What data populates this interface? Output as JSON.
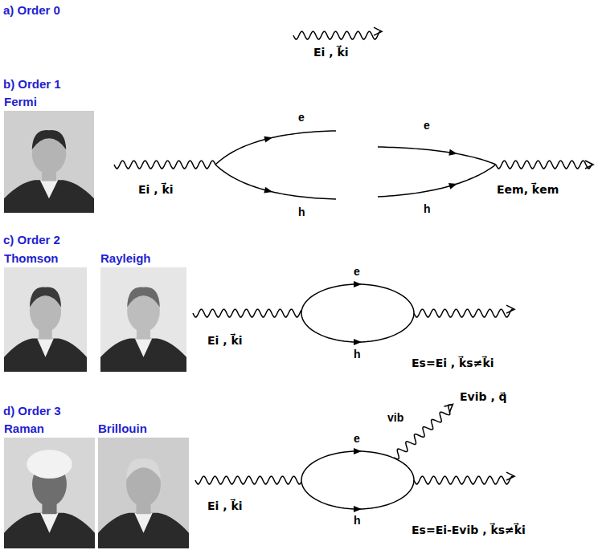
{
  "diagram": {
    "nodes": [
      {
        "text": [
          "Fermi"
        ]
      },
      {
        "text": [
          "Thomson"
        ]
      },
      {
        "text": [
          "Rayleigh"
        ]
      },
      {
        "text": [
          "Raman"
        ]
      },
      {
        "text": [
          "Brillouin"
        ]
      }
    ],
    "labels": [
      "a) Order 0",
      "Ei , k⃗i",
      "b) Order 1",
      "e",
      "h",
      "e",
      "h",
      "Ei , k⃗i",
      "Eem, k⃗em",
      "c) Order 2",
      "e",
      "h",
      "Ei , k⃗i",
      "Es=Ei , k⃗s≠k⃗i",
      "d) Order 3",
      "vib",
      "Evib , q⃗",
      "e",
      "h",
      "Ei , k⃗i",
      "Es=Ei-Evib , k⃗s≠k⃗i"
    ]
  }
}
